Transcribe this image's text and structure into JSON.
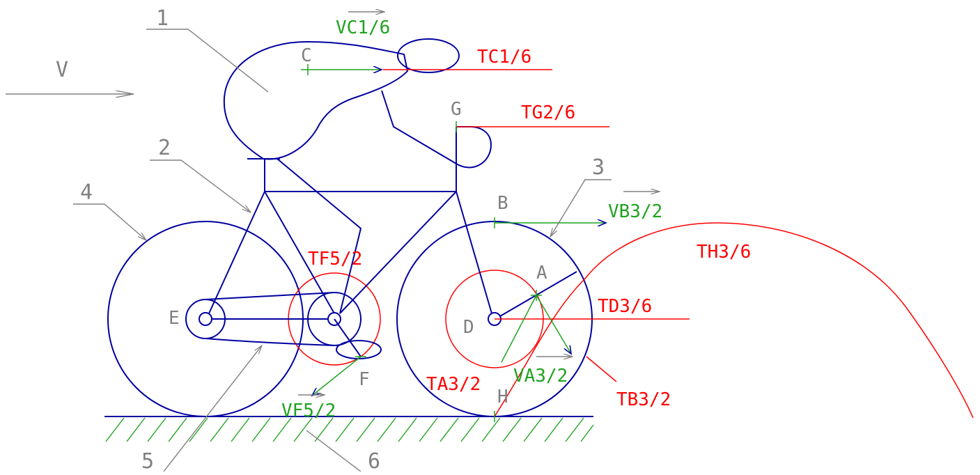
{
  "colors": {
    "structure": "#0000a0",
    "trajectory": "#ff0000",
    "velocity": "#1fa31f",
    "reference": "#808080"
  },
  "labels": {
    "v": "V",
    "part1": "1",
    "part2": "2",
    "part3": "3",
    "part4": "4",
    "part5": "5",
    "part6": "6",
    "pointC": "C",
    "pointG": "G",
    "pointB": "B",
    "pointA": "A",
    "pointD": "D",
    "pointE": "E",
    "pointF": "F",
    "pointH": "H",
    "VC1_6": "VC1/6",
    "TC1_6": "TC1/6",
    "TG2_6": "TG2/6",
    "VB3_2": "VB3/2",
    "TH3_6": "TH3/6",
    "TF5_2": "TF5/2",
    "TD3_6": "TD3/6",
    "VA3_2": "VA3/2",
    "TA3_2": "TA3/2",
    "TB3_2": "TB3/2",
    "VF5_2": "VF5/2"
  }
}
